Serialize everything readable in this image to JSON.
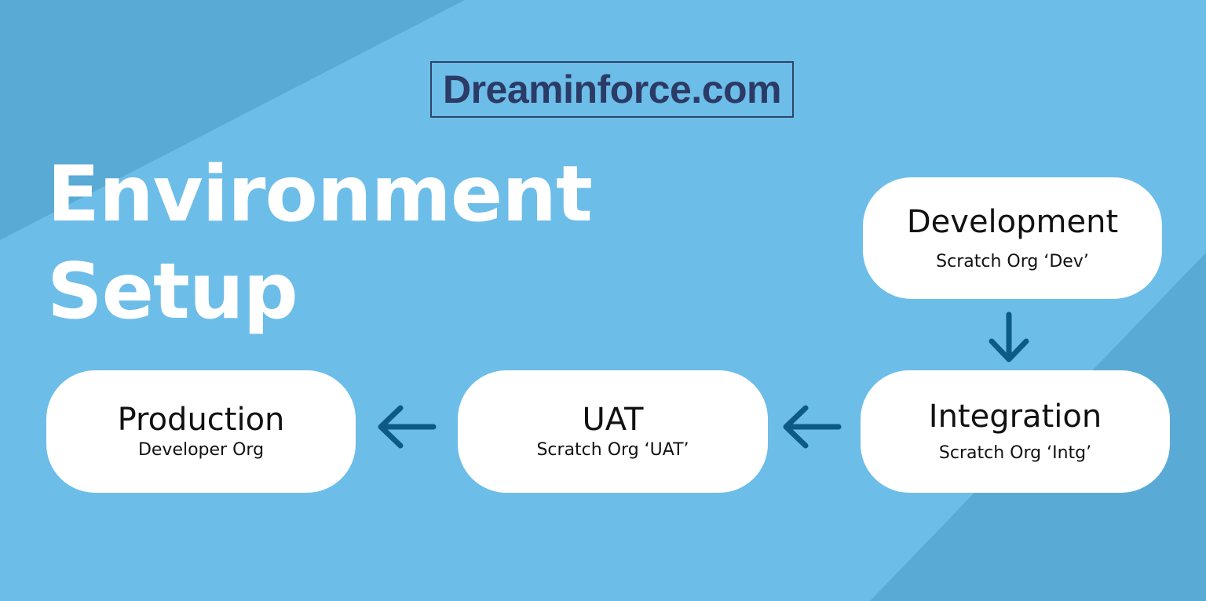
{
  "brand": {
    "logo_text": "Dreaminforce.com"
  },
  "title": {
    "line1": "Environment",
    "line2": "Setup"
  },
  "colors": {
    "background": "#6dbde9",
    "background_shade": "#5aaad6",
    "logo_text": "#2b3b66",
    "arrow": "#0e5a86",
    "node_fill": "#ffffff",
    "title_text": "#ffffff"
  },
  "nodes": [
    {
      "id": "development",
      "name": "Development",
      "subtitle": "Scratch Org ‘Dev’"
    },
    {
      "id": "integration",
      "name": "Integration",
      "subtitle": "Scratch Org ‘Intg’"
    },
    {
      "id": "uat",
      "name": "UAT",
      "subtitle": "Scratch Org ‘UAT’"
    },
    {
      "id": "production",
      "name": "Production",
      "subtitle": "Developer Org"
    }
  ],
  "edges": [
    {
      "from": "development",
      "to": "integration",
      "direction": "down",
      "icon": "arrow-down-icon"
    },
    {
      "from": "integration",
      "to": "uat",
      "direction": "left",
      "icon": "arrow-left-icon"
    },
    {
      "from": "uat",
      "to": "production",
      "direction": "left",
      "icon": "arrow-left-icon"
    }
  ]
}
